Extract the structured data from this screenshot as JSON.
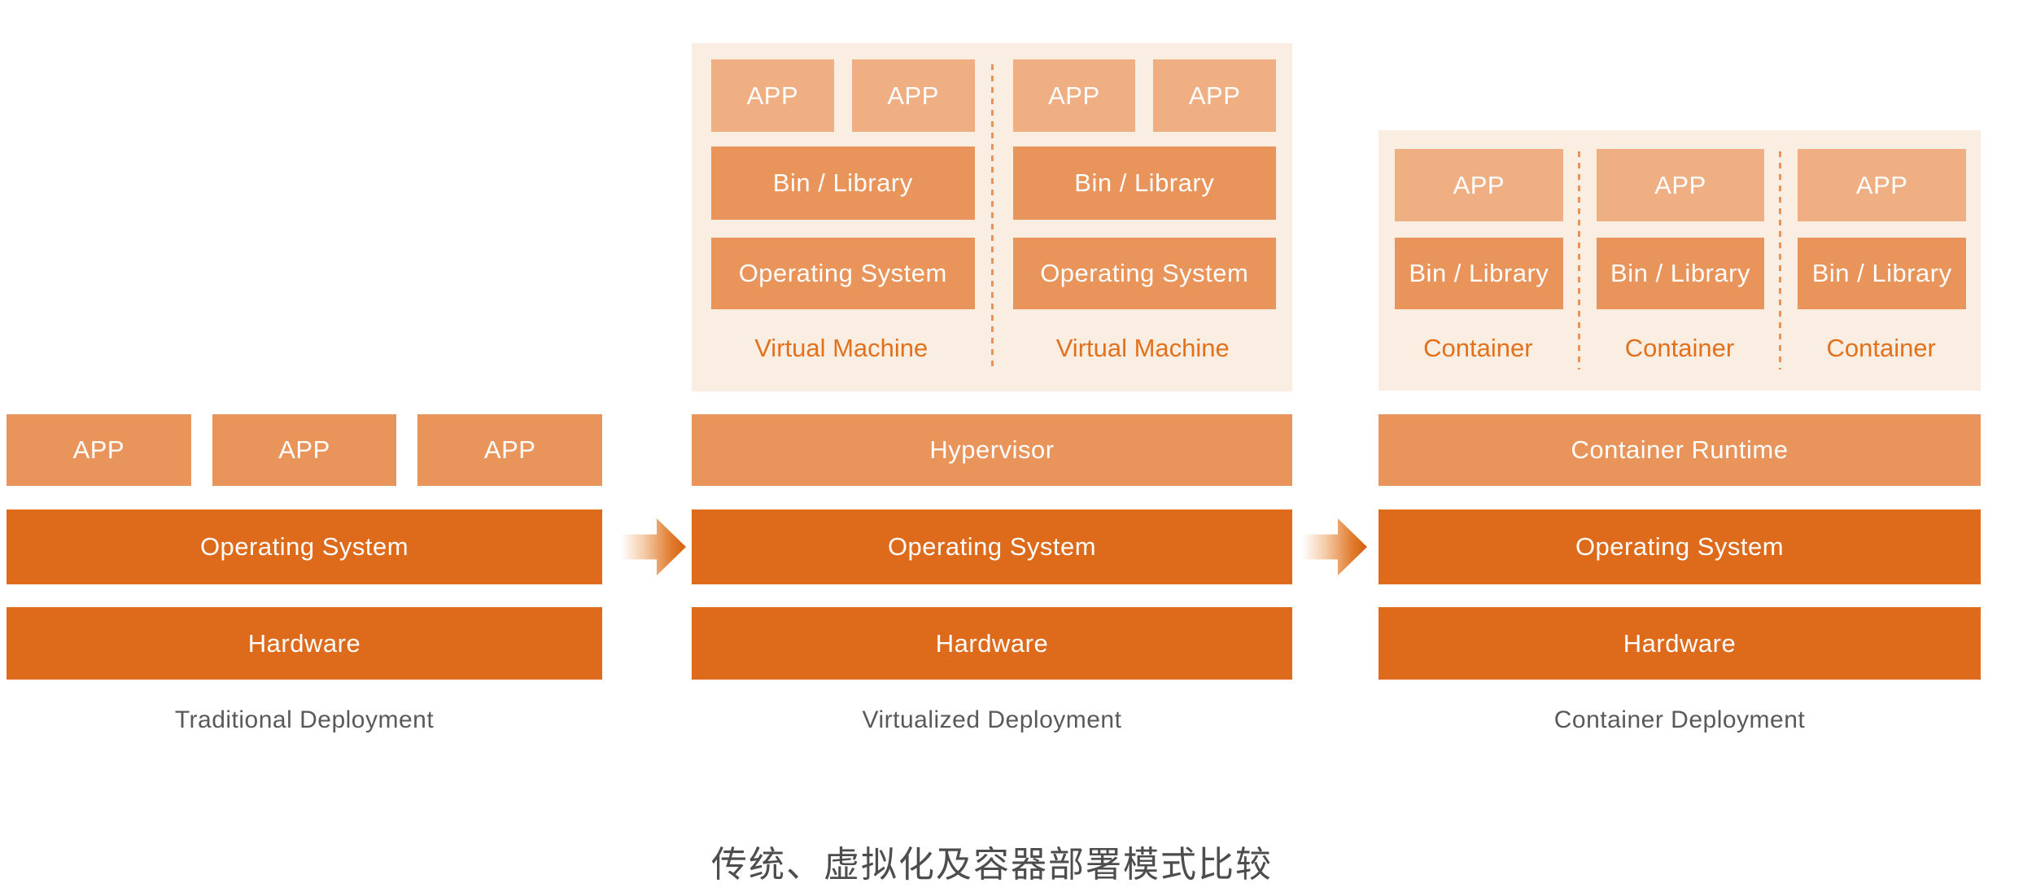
{
  "colors": {
    "dark_orange": "#DE6A1C",
    "medium_orange": "#E8945A",
    "light_orange": "#EFAF82",
    "panel_background": "#FAEEE3",
    "orange_label_text": "#E2711C",
    "gray_label_text": "#58595B",
    "caption_text": "#4D4D4F"
  },
  "traditional": {
    "apps": [
      "APP",
      "APP",
      "APP"
    ],
    "os_label": "Operating System",
    "hardware_label": "Hardware",
    "label": "Traditional Deployment"
  },
  "virtualized": {
    "vms": [
      {
        "apps": [
          "APP",
          "APP"
        ],
        "bin_label": "Bin / Library",
        "os_label": "Operating System",
        "label": "Virtual Machine"
      },
      {
        "apps": [
          "APP",
          "APP"
        ],
        "bin_label": "Bin / Library",
        "os_label": "Operating System",
        "label": "Virtual Machine"
      }
    ],
    "hypervisor_label": "Hypervisor",
    "os_label": "Operating System",
    "hardware_label": "Hardware",
    "label": "Virtualized Deployment"
  },
  "containerized": {
    "containers": [
      {
        "app": "APP",
        "bin_label": "Bin / Library",
        "label": "Container"
      },
      {
        "app": "APP",
        "bin_label": "Bin / Library",
        "label": "Container"
      },
      {
        "app": "APP",
        "bin_label": "Bin / Library",
        "label": "Container"
      }
    ],
    "runtime_label": "Container Runtime",
    "os_label": "Operating System",
    "hardware_label": "Hardware",
    "label": "Container Deployment"
  },
  "caption": "传统、虚拟化及容器部署模式比较"
}
